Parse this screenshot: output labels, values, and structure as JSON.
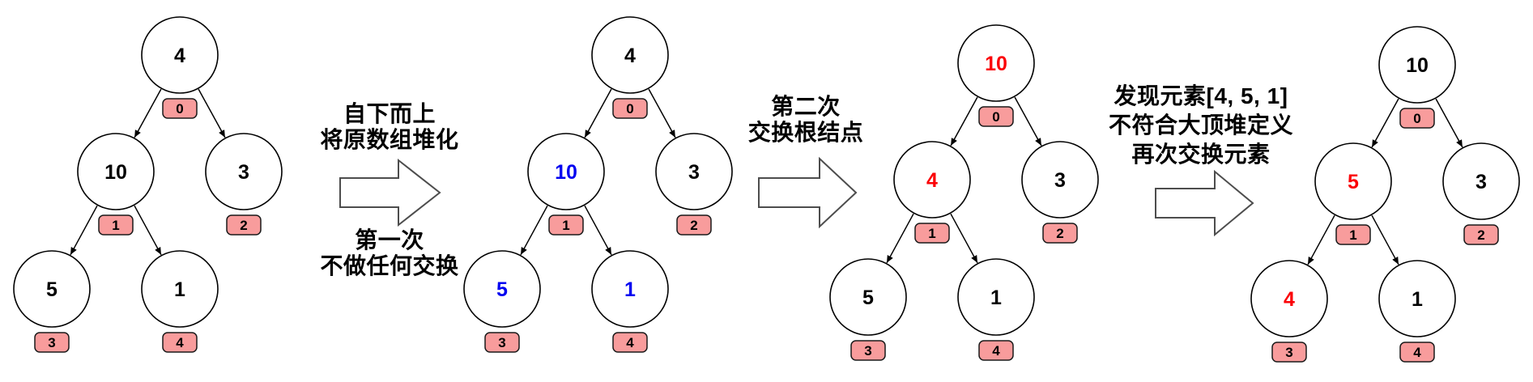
{
  "diagram_title": "heap-build-steps",
  "colors": {
    "node_fill": "#ffffff",
    "node_stroke": "#000000",
    "edge_color": "#000000",
    "badge_fill": "#f89c9c",
    "badge_stroke": "#1a1a1a",
    "badge_text": "#000000",
    "arrow_fill": "#ffffff",
    "arrow_stroke": "#4d4d4d",
    "label_color": "#000000",
    "black": "#000000",
    "blue": "#0202f0",
    "red": "#fb0207"
  },
  "trees": [
    {
      "name": "original-array-tree",
      "nodes": [
        {
          "value": "4",
          "color": "black",
          "index": "0"
        },
        {
          "value": "10",
          "color": "black",
          "index": "1"
        },
        {
          "value": "3",
          "color": "black",
          "index": "2"
        },
        {
          "value": "5",
          "color": "black",
          "index": "3"
        },
        {
          "value": "1",
          "color": "black",
          "index": "4"
        }
      ]
    },
    {
      "name": "after-first-pass-tree",
      "nodes": [
        {
          "value": "4",
          "color": "black",
          "index": "0"
        },
        {
          "value": "10",
          "color": "blue",
          "index": "1"
        },
        {
          "value": "3",
          "color": "black",
          "index": "2"
        },
        {
          "value": "5",
          "color": "blue",
          "index": "3"
        },
        {
          "value": "1",
          "color": "blue",
          "index": "4"
        }
      ]
    },
    {
      "name": "after-root-swap-tree",
      "nodes": [
        {
          "value": "10",
          "color": "red",
          "index": "0"
        },
        {
          "value": "4",
          "color": "red",
          "index": "1"
        },
        {
          "value": "3",
          "color": "black",
          "index": "2"
        },
        {
          "value": "5",
          "color": "black",
          "index": "3"
        },
        {
          "value": "1",
          "color": "black",
          "index": "4"
        }
      ]
    },
    {
      "name": "final-heap-tree",
      "nodes": [
        {
          "value": "10",
          "color": "black",
          "index": "0"
        },
        {
          "value": "5",
          "color": "red",
          "index": "1"
        },
        {
          "value": "3",
          "color": "black",
          "index": "2"
        },
        {
          "value": "4",
          "color": "red",
          "index": "3"
        },
        {
          "value": "1",
          "color": "black",
          "index": "4"
        }
      ]
    }
  ],
  "arrows": [
    {
      "label_top": "自下而上\n将原数组堆化",
      "label_bottom": "第一次\n不做任何交换"
    },
    {
      "label_top": "第二次\n交换根结点",
      "label_bottom": ""
    },
    {
      "label_top": "发现元素[4, 5, 1]\n不符合大顶堆定义\n再次交换元素",
      "label_bottom": ""
    }
  ]
}
